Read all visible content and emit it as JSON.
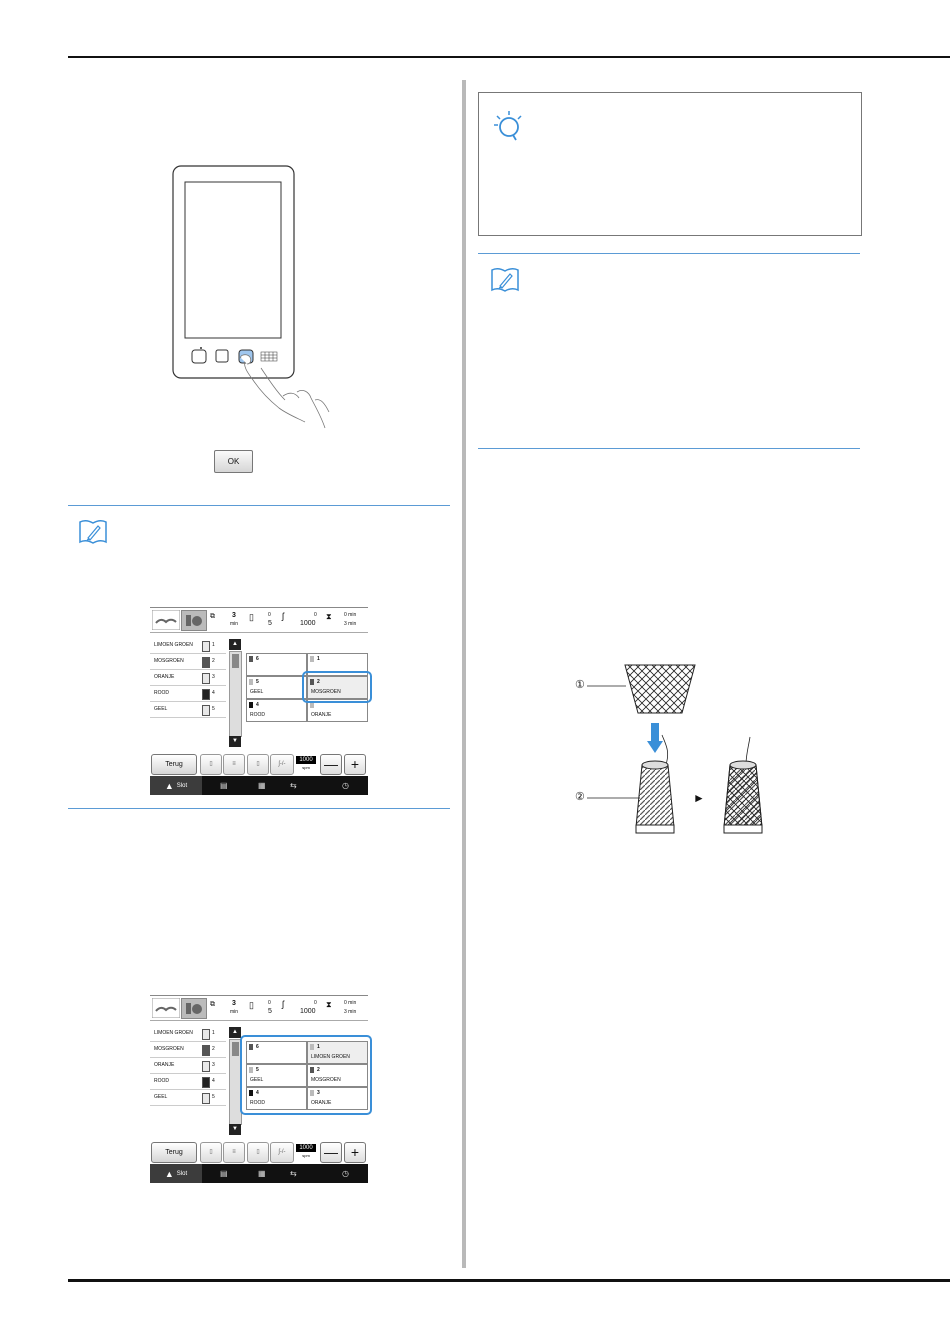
{
  "dialog": {
    "ok_label": "OK"
  },
  "screen1": {
    "top": {
      "min_value": "3",
      "min_unit": "min",
      "stitch_top": "0",
      "stitch_bottom": "5",
      "count_top": "0",
      "count_bottom": "1000",
      "time_top": "0 min",
      "time_bottom": "3 min"
    },
    "list": [
      {
        "name": "LIMOEN GROEN",
        "num": "1"
      },
      {
        "name": "MOSGROEN",
        "num": "2"
      },
      {
        "name": "ORANJE",
        "num": "3"
      },
      {
        "name": "ROOD",
        "num": "4"
      },
      {
        "name": "GEEL",
        "num": "5"
      }
    ],
    "grid": [
      {
        "num": "6",
        "color": ""
      },
      {
        "num": "1",
        "color": ""
      },
      {
        "num": "5",
        "color": "GEEL"
      },
      {
        "num": "2",
        "color": "MOSGROEN"
      },
      {
        "num": "4",
        "color": "ROOD"
      },
      {
        "num": "",
        "color": "ORANJE"
      }
    ],
    "back_label": "Terug",
    "spm_value": "1000",
    "spm_unit": "spm",
    "minus": "—",
    "plus": "+",
    "slot_label": "Slot"
  },
  "screen2": {
    "top": {
      "min_value": "3",
      "min_unit": "min",
      "stitch_top": "0",
      "stitch_bottom": "5",
      "count_top": "0",
      "count_bottom": "1000",
      "time_top": "0 min",
      "time_bottom": "3 min"
    },
    "list": [
      {
        "name": "LIMOEN GROEN",
        "num": "1"
      },
      {
        "name": "MOSGROEN",
        "num": "2"
      },
      {
        "name": "ORANJE",
        "num": "3"
      },
      {
        "name": "ROOD",
        "num": "4"
      },
      {
        "name": "GEEL",
        "num": "5"
      }
    ],
    "grid": [
      {
        "num": "6",
        "color": ""
      },
      {
        "num": "1",
        "color": "LIMOEN GROEN"
      },
      {
        "num": "5",
        "color": "GEEL"
      },
      {
        "num": "2",
        "color": "MOSGROEN"
      },
      {
        "num": "4",
        "color": "ROOD"
      },
      {
        "num": "3",
        "color": "ORANJE"
      }
    ],
    "back_label": "Terug",
    "spm_value": "1000",
    "spm_unit": "spm",
    "minus": "—",
    "plus": "+",
    "slot_label": "Slot"
  },
  "thread_figure": {
    "callout_1": "①",
    "callout_2": "②",
    "arrow": "►"
  },
  "colors": {
    "accent": "#3a8fd8",
    "rule": "#5b9bd5"
  }
}
